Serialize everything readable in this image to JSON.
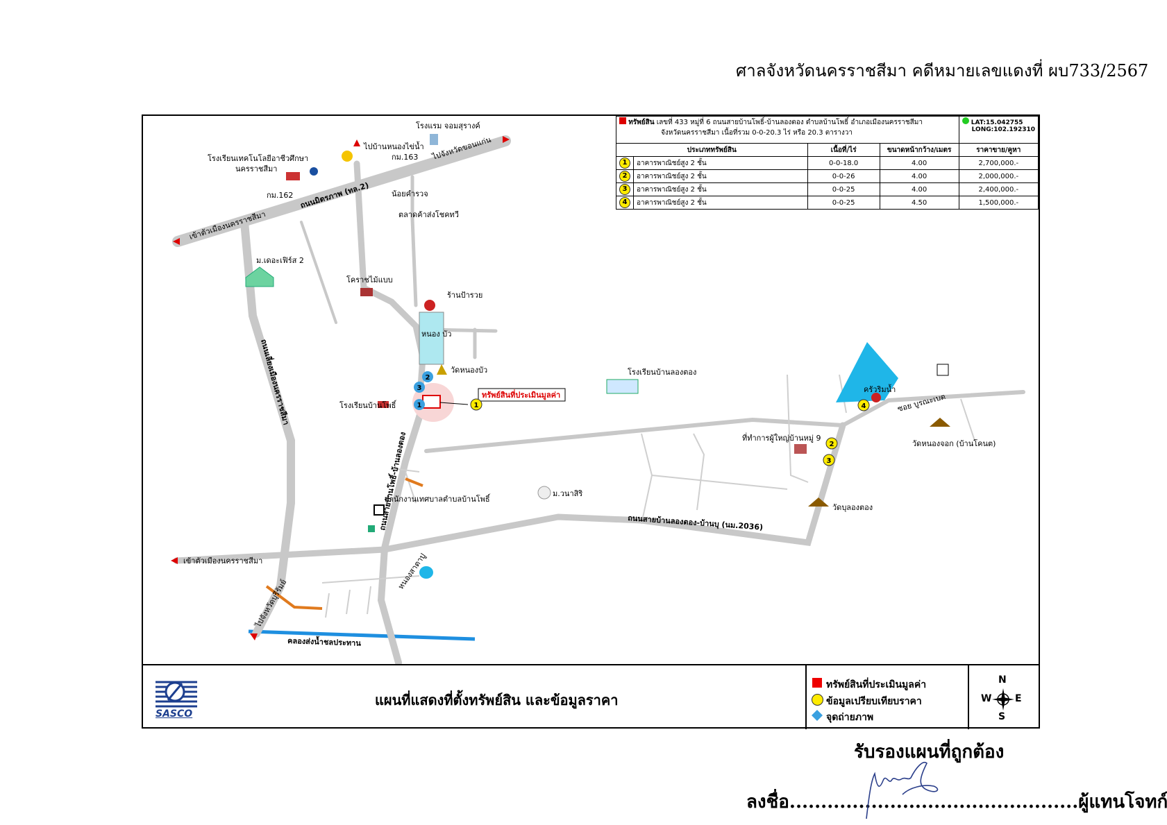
{
  "header": {
    "title": "ศาลจังหวัดนครราชสีมา  คดีหมายเลขแดงที่ ผบ733/2567"
  },
  "info": {
    "property_label": "ทรัพย์สิน",
    "property_desc_1": "เลขที่ 433 หมู่ที่ 6 ถนนสายบ้านโพธิ์-บ้านลองตอง  ตำบลบ้านโพธิ์ อำเภอเมืองนครราชสีมา",
    "property_desc_2": "จังหวัดนครราชสีมา เนื้อที่รวม 0-0-20.3 ไร่ หรือ 20.3 ตารางวา",
    "lat": "LAT:15.042755",
    "long": "LONG:102.192310",
    "columns": [
      "ประเภททรัพย์สิน",
      "เนื้อที่/ไร่",
      "ขนาดหน้ากว้าง/เมตร",
      "ราคาขาย/คูหา"
    ],
    "rows": [
      {
        "no": "1",
        "type": "อาคารพาณิชย์สูง 2 ชั้น",
        "area": "0-0-18.0",
        "width": "4.00",
        "price": "2,700,000.-"
      },
      {
        "no": "2",
        "type": "อาคารพาณิชย์สูง 2 ชั้น",
        "area": "0-0-26",
        "width": "4.00",
        "price": "2,000,000.-"
      },
      {
        "no": "3",
        "type": "อาคารพาณิชย์สูง 2 ชั้น",
        "area": "0-0-25",
        "width": "4.00",
        "price": "2,400,000.-"
      },
      {
        "no": "4",
        "type": "อาคารพาณิชย์สูง 2 ชั้น",
        "area": "0-0-25",
        "width": "4.50",
        "price": "1,500,000.-"
      }
    ]
  },
  "map": {
    "road_mittraphap": "ถนนมิตรภาพ (ทล.2)",
    "road_bypass": "ถนนเลี่ยงเมืองนครราชสีมา",
    "road_banpho": "ถนนสายบ้านโพธิ์-บ้านลองตอง",
    "road_longtong": "ถนนสายบ้านลองตอง-บ้านบุ (นม.2036)",
    "to_city_top": "เข้าตัวเมืองนครราชสีมา",
    "to_city_bottom": "เข้าตัวเมืองนครราชสีมา",
    "to_khonkaen": "ไปจังหวัดขอนแก่น",
    "to_nongsaina": "ไปบ้านหนองไข่น้ำ",
    "to_buriram": "ไปจังหวัดบุรีรัมย์",
    "km162": "กม.162",
    "km163": "กม.163",
    "hotel": "โรงแรม จอมสุรางค์",
    "tech_school_1": "โรงเรียนเทคโนโลยีอาชีวศึกษา",
    "tech_school_2": "นครราชสีมา",
    "noi_dairy": "น้อยคำรวจ",
    "market": "ตลาดค้าส่งโชคทวี",
    "village_2": "ม.เดอะเฟิร์ส 2",
    "korat_wood": "โคราชไม้แบบ",
    "shop": "ร้านป้ารวย",
    "pond": "หนอง บัว",
    "wat_nongbua": "วัดหนองบัว",
    "subject_label": "ทรัพย์สินที่ประเมินมูลค่า",
    "school_banpho": "โรงเรียนบ้านโพธิ์",
    "school_longtong": "โรงเรียนบ้านลองตอง",
    "krua_rimnam": "ครัวริมน้ำ",
    "soi": "ซอย บูรณะเบต",
    "wat_nongjok": "วัดหนองจอก (บ้านโคนต)",
    "headman_office": "ที่ทำการผู้ใหญ่บ้านหมู่ 9",
    "wat_bulongtong": "วัดบุลองตอง",
    "village_nasiri": "ม.วนาสิริ",
    "municipal": "สำนักงานเทศบาลตำบลบ้านโพธิ์",
    "pond_label": "หนองสาตาปู",
    "canal": "คลองส่งน้ำชลประทาน",
    "c1": "1",
    "c2": "2",
    "c3": "3",
    "c4": "4"
  },
  "footer": {
    "company": "SASCO",
    "title": "แผนที่แสดงที่ตั้งทรัพย์สิน และข้อมูลราคา",
    "legend_property": "ทรัพย์สินที่ประเมินมูลค่า",
    "legend_compare": "ข้อมูลเปรียบเทียบราคา",
    "legend_photo": "จุดถ่ายภาพ",
    "compass_n": "N",
    "compass_s": "S",
    "compass_e": "E",
    "compass_w": "W"
  },
  "certify": {
    "heading": "รับรองแผนที่ถูกต้อง",
    "sign_prefix": "ลงชื่อ",
    "sign_dots": "..............................................",
    "sign_suffix": "ผู้แทนโจทก์"
  },
  "colors": {
    "road": "#c8c8c8",
    "pond": "#aee8f0",
    "water": "#1fb6e8",
    "canal": "#1e8fe0",
    "orange_road": "#e07a1e",
    "marker": "#ff0000",
    "compare": "#ffeb00"
  }
}
